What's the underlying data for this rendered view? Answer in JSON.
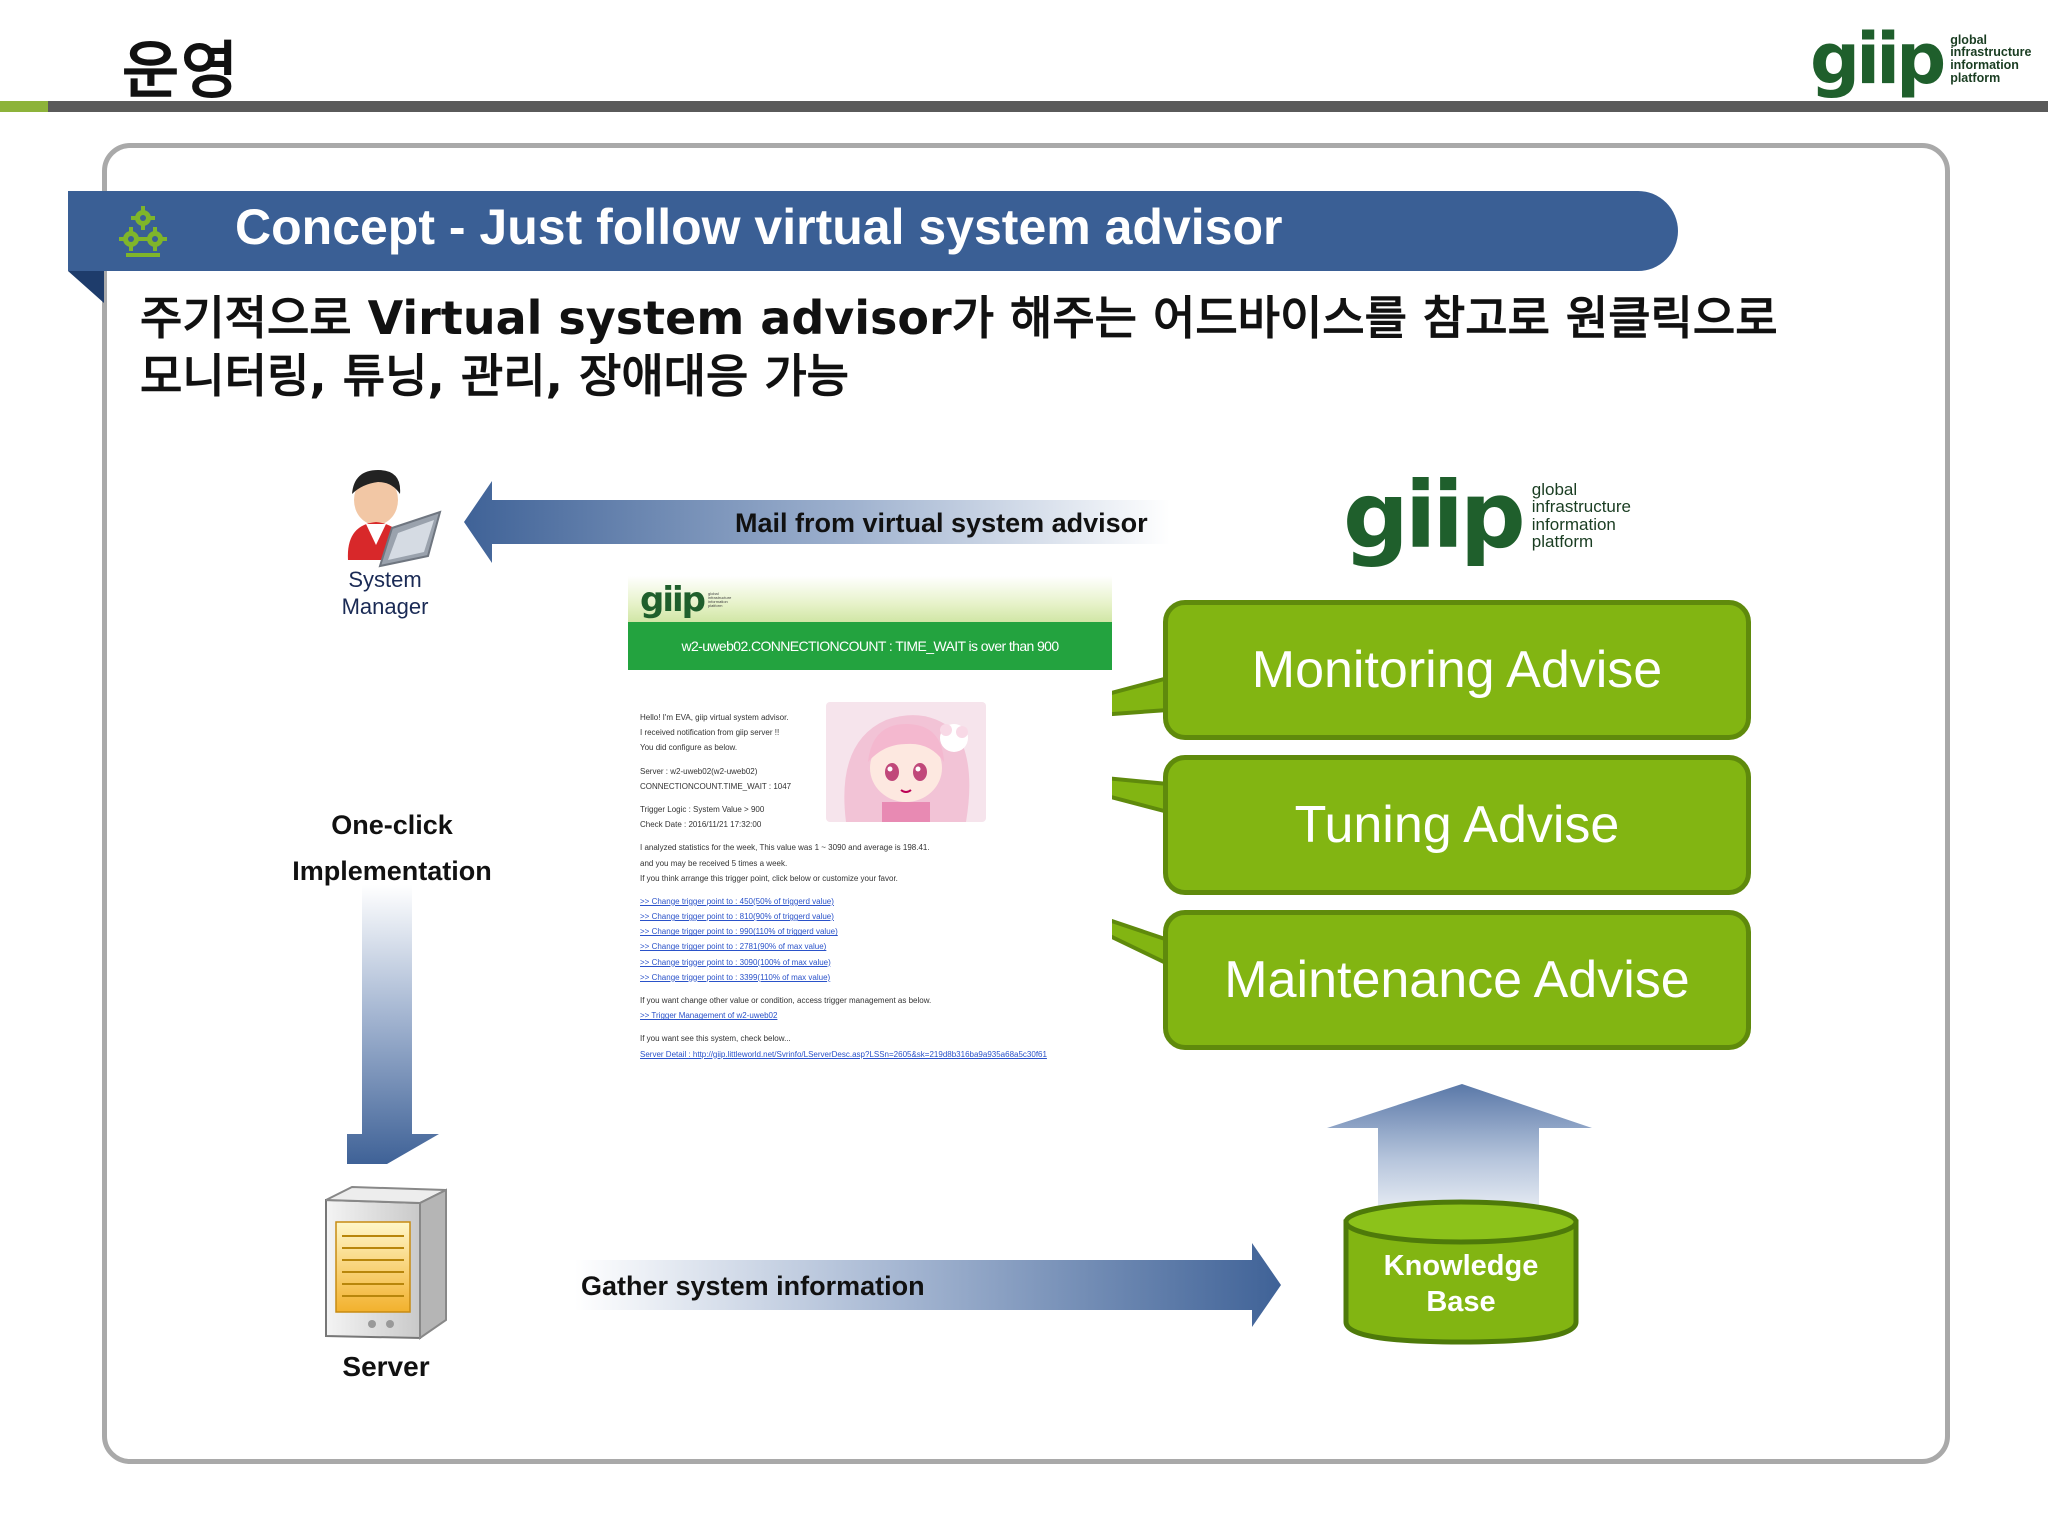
{
  "page": {
    "title": "운영"
  },
  "logo": {
    "word": "giip",
    "tagline": [
      "global",
      "infrastructure",
      "information",
      "platform"
    ]
  },
  "banner": {
    "title": "Concept - Just follow virtual system advisor"
  },
  "subtitle": {
    "line1": "주기적으로 Virtual system advisor가 해주는 어드바이스를 참고로 원클릭으로",
    "line2": "모니터링, 튜닝, 관리, 장애대응 가능"
  },
  "diagram": {
    "system_manager": {
      "line1": "System",
      "line2": "Manager"
    },
    "mail_arrow_label": "Mail from virtual system advisor",
    "one_click": {
      "line1": "One-click",
      "line2": "Implementation"
    },
    "server_label": "Server",
    "gather_label": "Gather system information",
    "knowledge_base": {
      "line1": "Knowledge",
      "line2": "Base"
    },
    "advises": [
      "Monitoring Advise",
      "Tuning Advise",
      "Maintenance Advise"
    ]
  },
  "email": {
    "alert": "w2-uweb02.CONNECTIONCOUNT : TIME_WAIT is over than 900",
    "lines": [
      "Hello! I'm EVA, giip virtual system advisor.",
      "I received notification from giip server !!",
      "You did configure as below.",
      "",
      "Server : w2-uweb02(w2-uweb02)",
      "CONNECTIONCOUNT.TIME_WAIT : 1047",
      "",
      "Trigger Logic : System Value > 900",
      "Check Date : 2016/11/21 17:32:00",
      "",
      "I analyzed statistics for the week, This value was 1 ~ 3090 and average is 198.41.",
      "and you may be received 5 times a week.",
      "If you think arrange this trigger point, click below or customize your favor.",
      "",
      ">> Change trigger point to : 450(50% of triggerd value)",
      ">> Change trigger point to : 810(90% of triggerd value)",
      ">> Change trigger point to : 990(110% of triggerd value)",
      ">> Change trigger point to : 2781(90% of max value)",
      ">> Change trigger point to : 3090(100% of max value)",
      ">> Change trigger point to : 3399(110% of max value)",
      "",
      "If you want change other value or condition, access trigger management as below.",
      ">> Trigger Management of w2-uweb02",
      "",
      "If you want see this system, check below...",
      "Server Detail : http://giip.littleworld.net/Svrinfo/LServerDesc.asp?LSSn=2605&sk=219d8b316ba9a935a68a5c30f61"
    ]
  },
  "colors": {
    "banner_blue": "#3a5f95",
    "advise_green": "#82b512",
    "knowledge_green": "#82b512",
    "logo_green": "#1f5f2c",
    "email_bar_green": "#23a33f"
  },
  "icons": {
    "banner": "gears-icon",
    "system_manager": "user-laptop-icon",
    "server": "server-icon",
    "knowledge_base": "database-icon"
  }
}
